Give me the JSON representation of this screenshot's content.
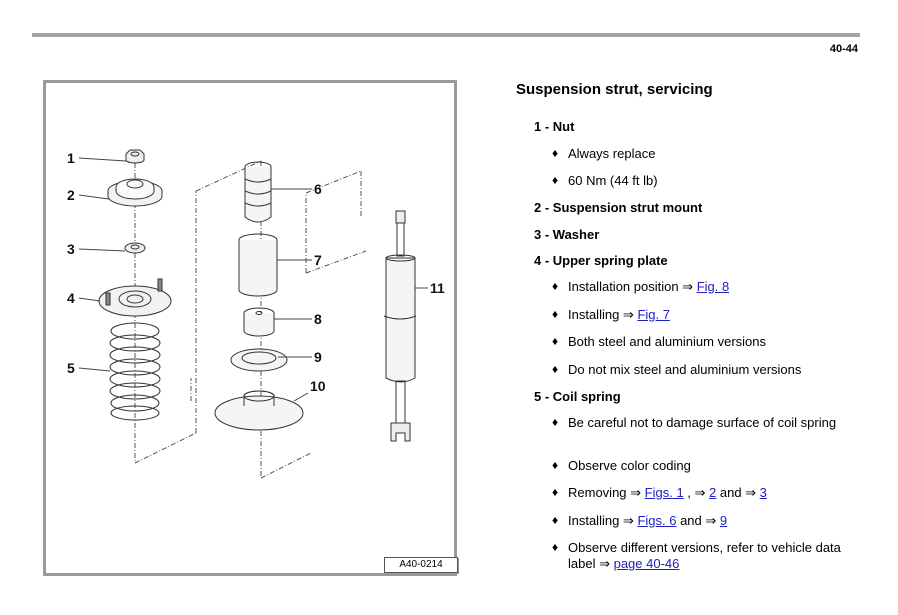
{
  "header": {
    "page_number": "40-44"
  },
  "figure": {
    "label": "A40-0214",
    "callouts": [
      "1",
      "2",
      "3",
      "4",
      "5",
      "6",
      "7",
      "8",
      "9",
      "10",
      "11"
    ]
  },
  "content": {
    "title": "Suspension strut, servicing",
    "items": [
      {
        "label": "1 - Nut",
        "bullets": [
          {
            "text": "Always replace"
          },
          {
            "text": "60 Nm (44 ft lb)"
          }
        ]
      },
      {
        "label": "2 - Suspension strut mount",
        "bullets": []
      },
      {
        "label": "3 - Washer",
        "bullets": []
      },
      {
        "label": "4 - Upper spring plate",
        "bullets": [
          {
            "text": "Installation position ⇒ ",
            "link": "Fig. 8"
          },
          {
            "text": "Installing ⇒ ",
            "link": "Fig. 7"
          },
          {
            "text": "Both steel and aluminium versions"
          },
          {
            "text": "Do not mix steel and aluminium versions"
          }
        ]
      },
      {
        "label": "5 - Coil spring",
        "bullets": [
          {
            "text": "Be careful not to damage surface of coil spring"
          },
          {
            "text": "Observe color coding"
          },
          {
            "text": "Removing ⇒ ",
            "links": [
              "Figs. 1",
              "2",
              "3"
            ],
            "sep1": " , ⇒ ",
            "sep2": " and ⇒ "
          },
          {
            "text": "Installing ⇒ ",
            "links": [
              "Figs. 6",
              "9"
            ],
            "sep1": " and ⇒ "
          },
          {
            "text": "Observe different versions, refer to vehicle data label ⇒ ",
            "link": "page 40-46"
          }
        ]
      }
    ]
  }
}
